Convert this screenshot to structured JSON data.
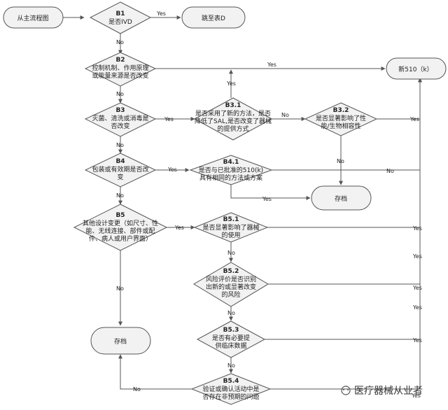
{
  "nodes": {
    "start": {
      "text": "从主流程图"
    },
    "b1": {
      "id": "B1",
      "text": "是否IVD"
    },
    "goto_d": {
      "text": "跳至表D"
    },
    "b2": {
      "id": "B2",
      "lines": [
        "控制机制、作用原理",
        "或能量来源是否改变"
      ]
    },
    "new510": {
      "text": "新510（k）"
    },
    "b3": {
      "id": "B3",
      "lines": [
        "灭菌、清洗或消毒是",
        "否改变"
      ]
    },
    "b31": {
      "id": "B3.1",
      "lines": [
        "是否采用了新的方法，是否",
        "降低了SAL,是否改变了器械",
        "的提供方式"
      ]
    },
    "b32": {
      "id": "B3.2",
      "lines": [
        "是否显著影响了性",
        "能/生物相容性"
      ]
    },
    "b4": {
      "id": "B4",
      "lines": [
        "包装或有效期是否改",
        "变"
      ]
    },
    "b41": {
      "id": "B4.1",
      "lines": [
        "是否与已批准的510(k)",
        "具有相同的方法或方案"
      ]
    },
    "archive1": {
      "text": "存档"
    },
    "b5": {
      "id": "B5",
      "lines": [
        "其他设计变更（如尺寸、性",
        "能、无线连接、部件或配",
        "件、病人或用户界面）"
      ]
    },
    "b51": {
      "id": "B5.1",
      "lines": [
        "是否显著影响了器械",
        "的使用"
      ]
    },
    "b52": {
      "id": "B5.2",
      "lines": [
        "风险评价是否识别",
        "出新的或显著改变",
        "的风险"
      ]
    },
    "b53": {
      "id": "B5.3",
      "lines": [
        "是否有必要提",
        "供临床数据"
      ]
    },
    "b54": {
      "id": "B5.4",
      "lines": [
        "验证或确认活动中是",
        "否存在非预期的问题"
      ]
    },
    "archive2": {
      "text": "存档"
    }
  },
  "edge_labels": {
    "yes": "Yes",
    "no": "No"
  },
  "watermark": "医疗器械从业者",
  "colors": {
    "shape_fill": "#f2f2f2",
    "stroke": "#555555"
  }
}
